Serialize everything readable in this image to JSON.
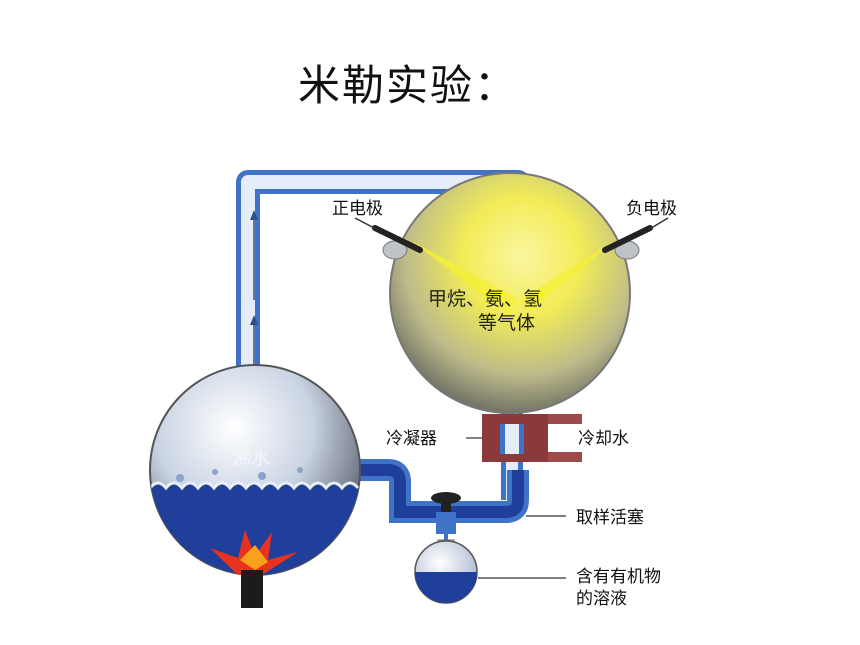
{
  "title": "米勒实验：",
  "labels": {
    "positive_electrode": "正电极",
    "negative_electrode": "负电极",
    "gases_line1": "甲烷、氨、氢",
    "gases_line2": "等气体",
    "condenser": "冷凝器",
    "cooling_water": "冷却水",
    "boiling_water": "沸水",
    "sampling_stopcock": "取样活塞",
    "organic_solution_line1": "含有有机物",
    "organic_solution_line2": "的溶液"
  },
  "colors": {
    "tube": "#3f73c8",
    "water": "#1f3f9a",
    "flame": "#e8321e",
    "spark": "#f3ef3a",
    "condenser": "#8a3a3a"
  }
}
